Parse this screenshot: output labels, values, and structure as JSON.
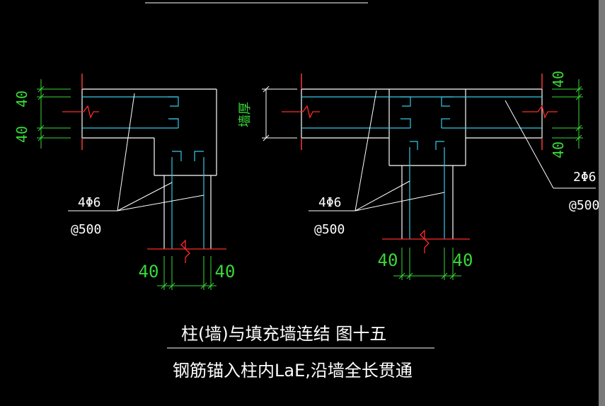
{
  "colors": {
    "background": "#000000",
    "wall_lines": "#ffffff",
    "rebar": "#36c8e6",
    "break_mark": "#ff2a2a",
    "dimension": "#38d838",
    "text": "#ffffff"
  },
  "left_detail": {
    "dim_top": "40",
    "dim_bottom": "40",
    "dim_foot_left": "40",
    "dim_foot_right": "40",
    "rebar_label": "4Φ6",
    "spacing_label": "@500"
  },
  "right_detail": {
    "dim_top_right": "40",
    "dim_bottom_right": "40",
    "dim_foot_left": "40",
    "dim_foot_right": "40",
    "wall_label": "墙厚",
    "rebar_label_left": "4Φ6",
    "spacing_label_left": "@500",
    "rebar_label_right": "2Φ6",
    "spacing_label_right": "@500"
  },
  "caption": {
    "title": "柱(墙)与填充墙连结  图十五",
    "note": "钢筋锚入柱内LaE,沿墙全长贯通"
  }
}
